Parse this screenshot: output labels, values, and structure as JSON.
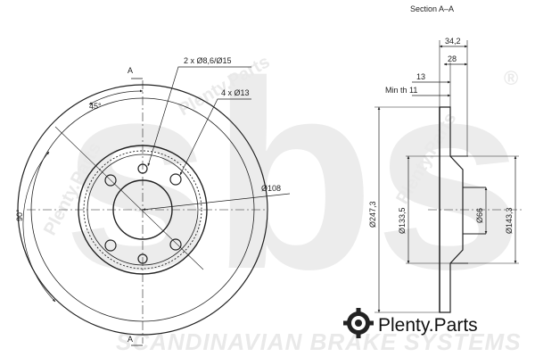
{
  "watermark": {
    "brand": "sbs",
    "registered_mark": "®",
    "parts_text": "Plenty.Parts",
    "footer_text": "SCANDINAVIAN BRAKE SYSTEMS"
  },
  "front_view": {
    "section_marker": "A",
    "angle_45": "45°",
    "angle_90": "90°",
    "label_bolt_holes": "2 x Ø8,6/Ø15",
    "label_mount_holes": "4 x Ø13",
    "label_pcd": "Ø108"
  },
  "section_view": {
    "title": "Section A–A",
    "dim_34_2": "34,2",
    "dim_28": "28",
    "dim_13": "13",
    "min_th": "Min th 11",
    "dia_247_3": "Ø247,3",
    "dia_133_5": "Ø133,5",
    "dia_66": "Ø66",
    "dia_143_3": "Ø143,3"
  },
  "logo": {
    "text": "Plenty.Parts",
    "icon": "gear-icon"
  },
  "colors": {
    "ink": "#222222",
    "watermark": "#e9e9e9"
  }
}
